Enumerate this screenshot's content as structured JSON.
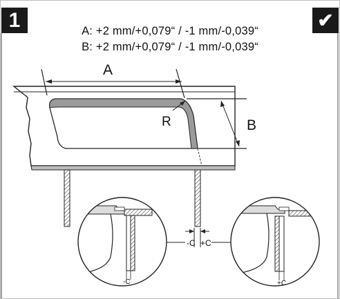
{
  "step_number": "1",
  "check_icon": "check-mark-icon",
  "tolerances": {
    "a": "A:  +2 mm/+0,079“ / -1 mm/-0,039“",
    "b": "B:  +2 mm/+0,079“ / -1 mm/-0,039“"
  },
  "labels": {
    "a": "A",
    "b": "B",
    "r": "R",
    "minus_c": "-C",
    "plus_c": "+C",
    "detail_minus_c": "-C",
    "detail_plus_c": "+C"
  },
  "colors": {
    "badge": "#1a1a1a",
    "line": "#222222",
    "cutout": "#9a9a9a"
  }
}
